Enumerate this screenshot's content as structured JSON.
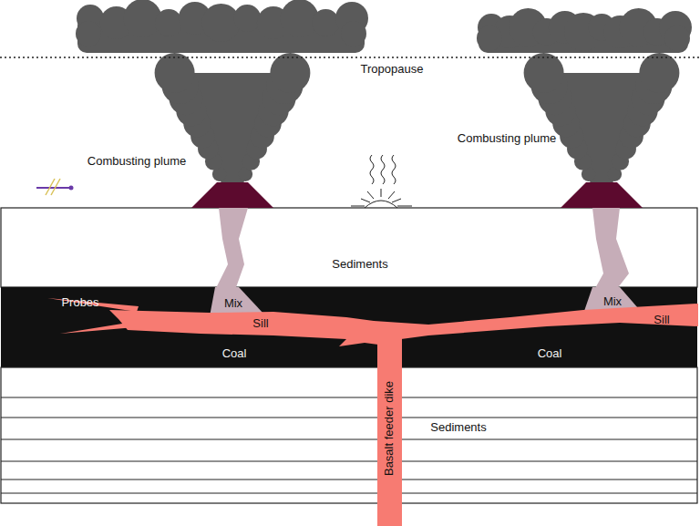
{
  "diagram": {
    "labels": [
      "Tropopause",
      "Combusting plume",
      "Combusting plume",
      "Sediments",
      "Probes",
      "Mix",
      "Mix",
      "Sill",
      "Sill",
      "Coal",
      "Coal",
      "Sediments",
      "Basalt feeder dike"
    ]
  }
}
